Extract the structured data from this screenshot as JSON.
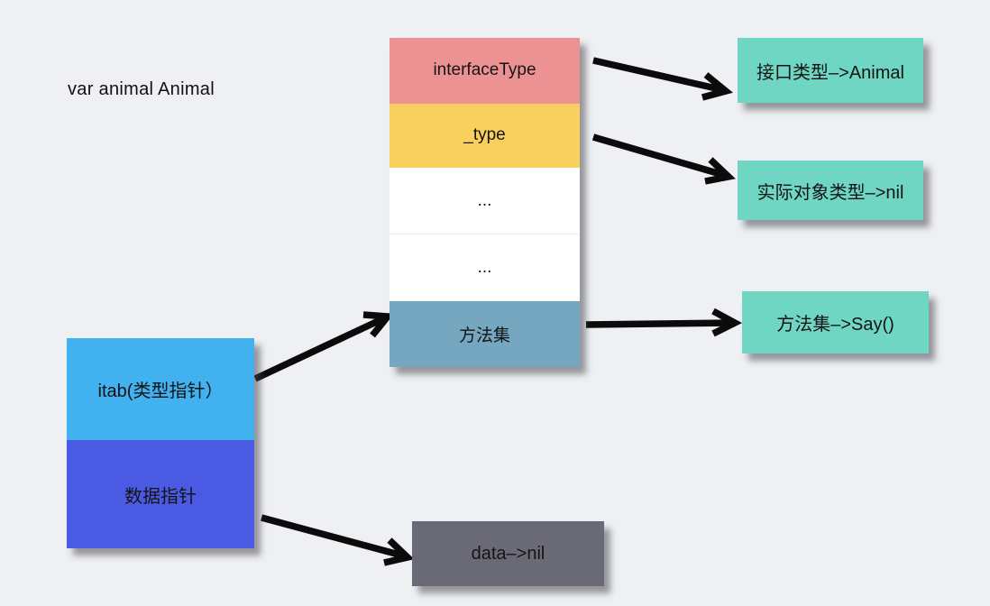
{
  "canvas": {
    "background": "#eef0f3",
    "arrow_color": "#0b0b0b"
  },
  "variable_label": "var animal Animal",
  "itab_struct": {
    "rows": [
      {
        "label": "interfaceType",
        "bg": "#ec9292"
      },
      {
        "label": "_type",
        "bg": "#f9d05e"
      },
      {
        "label": "...",
        "bg": "#ffffff"
      },
      {
        "label": "...",
        "bg": "#ffffff"
      },
      {
        "label": "方法集",
        "bg": "#75a8c0"
      }
    ]
  },
  "interface_var": {
    "rows": [
      {
        "label": "itab(类型指针）",
        "bg": "#41b1ef"
      },
      {
        "label": "数据指针",
        "bg": "#4a5ae2"
      }
    ]
  },
  "annotations": [
    {
      "label": "接口类型–>Animal",
      "bg": "#70d6c4"
    },
    {
      "label": "实际对象类型–>nil",
      "bg": "#70d6c4"
    },
    {
      "label": "方法集–>Say()",
      "bg": "#70d6c4"
    },
    {
      "label": "data–>nil",
      "bg": "#6a6a76"
    }
  ],
  "arrows": [
    {
      "from": "interfaceType row",
      "to": "接口类型–>Animal"
    },
    {
      "from": "_type row",
      "to": "实际对象类型–>nil"
    },
    {
      "from": "方法集 row",
      "to": "方法集–>Say()"
    },
    {
      "from": "itab(类型指针） row",
      "to": "方法集 row"
    },
    {
      "from": "数据指针 row",
      "to": "data–>nil"
    }
  ]
}
